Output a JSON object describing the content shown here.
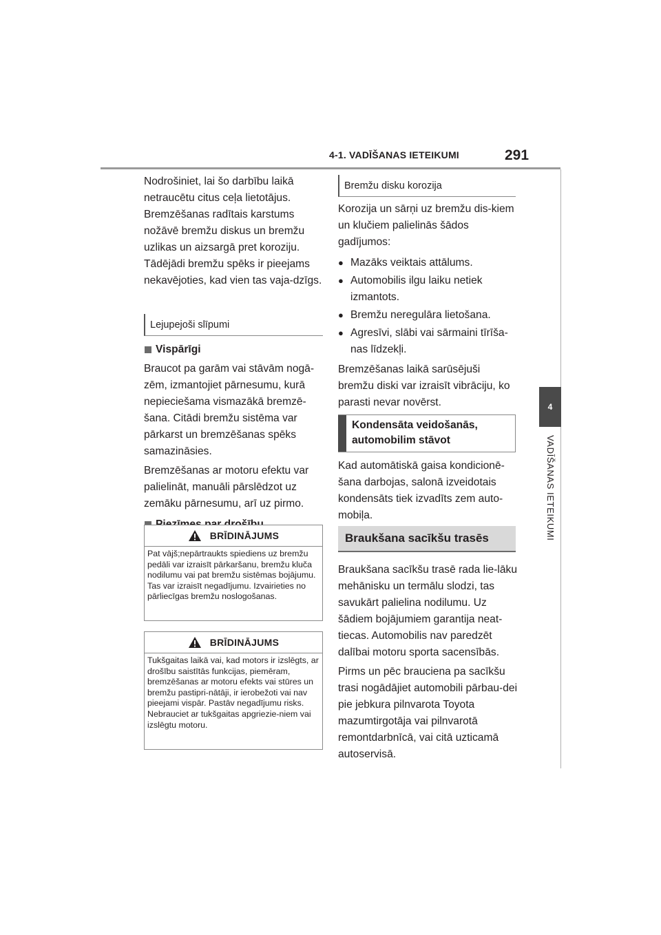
{
  "header": {
    "section": "4-1. VADĪŠANAS IETEIKUMI",
    "page_number": "291"
  },
  "side_tab": {
    "number": "4",
    "label": "VADĪŠANAS IETEIKUMI"
  },
  "left": {
    "intro": [
      "Nodrošiniet, lai šo darbību laikā netraucētu citus ceļa lietotājus.",
      "Bremzēšanas radītais karstums nožāvē bremžu diskus un bremžu uzlikas un aizsargā pret koroziju.",
      "Tādējādi bremžu spēks ir pieejams nekavējoties, kad vien tas vaja-dzīgs."
    ],
    "heading_slopes": "Lejupejoši slīpumi",
    "sub_general": "Vispārīgi",
    "general_paras": [
      "Braucot pa garām vai stāvām nogā-zēm, izmantojiet pārnesumu, kurā nepieciešama vismazākā bremzē-šana. Citādi bremžu sistēma var pārkarst un bremzēšanas spēks samazināsies.",
      "Bremzēšanas ar motoru efektu var palielināt, manuāli pārslēdzot uz zemāku pārnesumu, arī uz pirmo."
    ],
    "sub_safety": "Piezīmes par drošību",
    "warning1": {
      "title": "BRĪDINĀJUMS",
      "text": "Pat vājš;nepārtraukts spiediens uz bremžu pedāli var izraisīt pārkaršanu, bremžu kluča nodilumu vai pat bremžu sistēmas bojājumu. Tas var izraisīt negadījumu. Izvairieties no pārliecīgas bremžu noslogošanas."
    },
    "warning2": {
      "title": "BRĪDINĀJUMS",
      "text": "Tukšgaitas laikā vai, kad motors ir izslēgts, ar drošību saistītās funkcijas, piemēram, bremzēšanas ar motoru efekts vai stūres un bremžu pastipri-nātāji, ir ierobežoti vai nav pieejami vispār. Pastāv negadījumu risks. Nebrauciet ar tukšgaitas apgriezie-niem vai izslēgtu motoru."
    }
  },
  "right": {
    "heading_corrosion": "Bremžu disku korozija",
    "corrosion_intro": "Korozija un sārņi uz bremžu dis-kiem un klučiem palielinās šādos gadījumos:",
    "corrosion_bullets": [
      "Mazāks veiktais attālums.",
      "Automobilis ilgu laiku netiek izmantots.",
      "Bremžu neregulāra lietošana.",
      "Agresīvi, slābi vai sārmaini tīrīša-nas līdzekļi."
    ],
    "corrosion_after": "Bremzēšanas laikā sarūsējuši bremžu diski var izraisīt vibrāciju, ko parasti nevar novērst.",
    "heading_condensate": "Kondensāta veidošanās, automobilim stāvot",
    "condensate_text": "Kad automātiskā gaisa kondicionē-šana darbojas, salonā izveidotais kondensāts tiek izvadīts zem auto-mobiļa.",
    "heading_race": "Braukšana sacīkšu trasēs",
    "race_paras": [
      "Braukšana sacīkšu trasē rada lie-lāku mehānisku un termālu slodzi, tas savukārt palielina nodilumu. Uz šādiem bojājumiem garantija neat-tiecas. Automobilis nav paredzēt dalībai motoru sporta sacensībās.",
      "Pirms un pēc brauciena pa sacīkšu trasi nogādājiet automobili pārbau-dei pie jebkura pilnvarota Toyota mazumtirgotāja vai pilnvarotā remontdarbnīcā, vai citā uzticamā autoservisā."
    ]
  }
}
